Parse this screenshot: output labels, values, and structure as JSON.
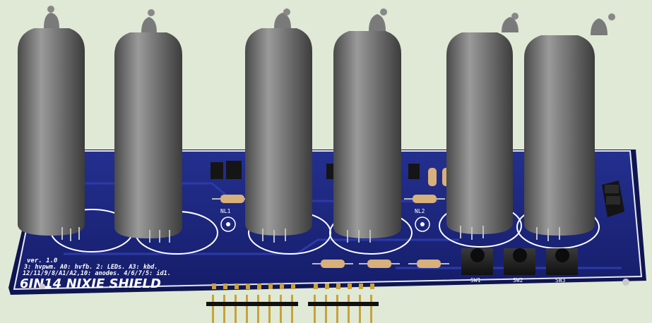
{
  "board": {
    "version": "ver. 1.0",
    "pinout_line1": "3: hvpwm. A0: hvfb. 2: LEDs. A3: kbd.",
    "pinout_line2": "12/11/9/8/A1/A2,10: anodes. 4/6/7/5: id1.",
    "title": "6IN14 NIXIE SHIELD",
    "neon_labels": [
      "NL1",
      "NL2"
    ],
    "switch_labels": [
      "SW1",
      "SW2",
      "SW3"
    ]
  },
  "colors": {
    "background": "#dfe9d6",
    "pcb": "#1a237d",
    "silkscreen": "#ffffff",
    "tube_glass": "#7a7a7a",
    "header_pins": "#c9a23a"
  }
}
